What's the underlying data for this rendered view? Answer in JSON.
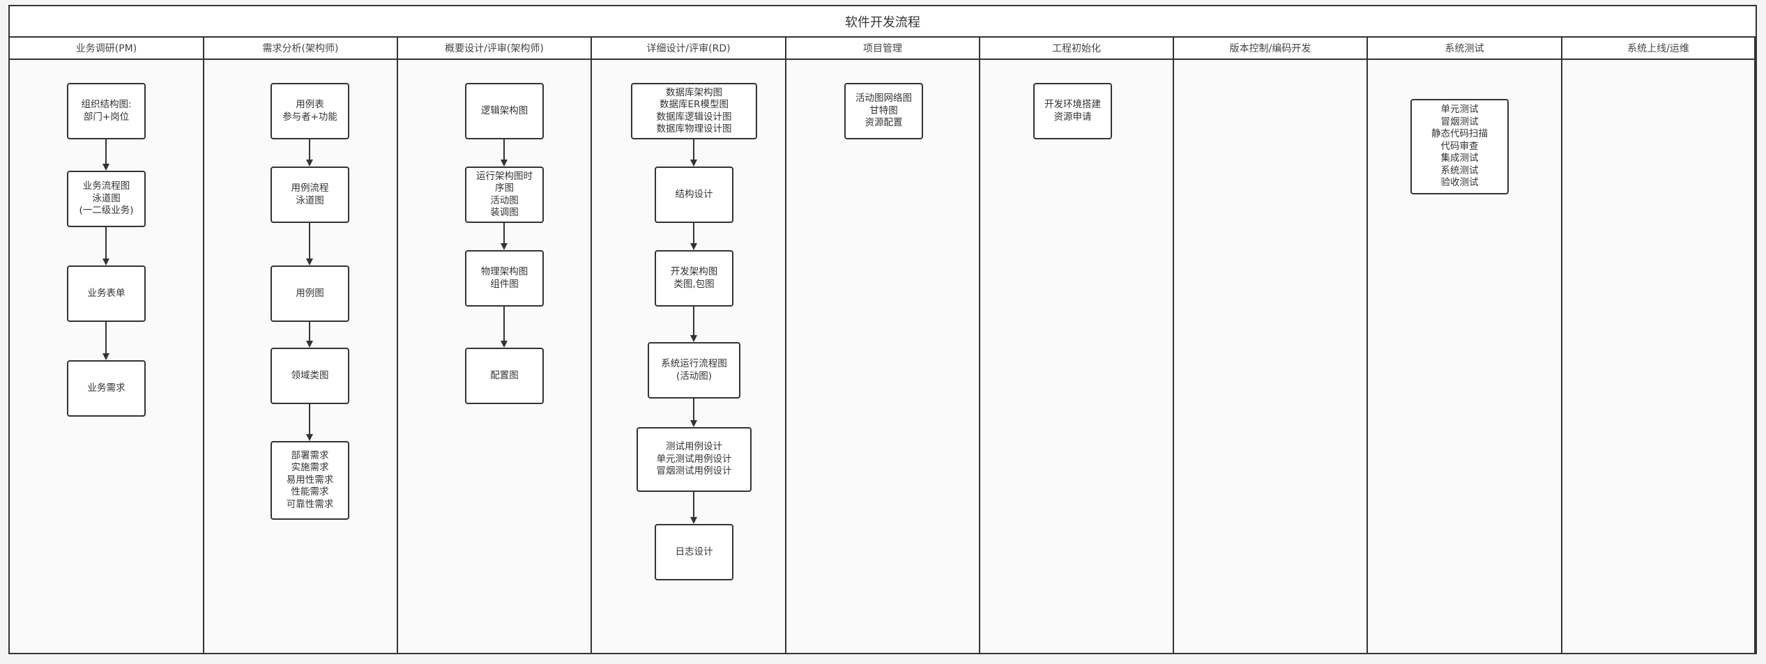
{
  "title": "软件开发流程",
  "lanes": [
    {
      "header": "业务调研(PM)",
      "nodes": [
        "组织结构图:\n部门+岗位",
        "业务流程图\n泳道图\n(一二级业务)",
        "业务表单",
        "业务需求"
      ]
    },
    {
      "header": "需求分析(架构师)",
      "nodes": [
        "用例表\n参与者+功能",
        "用例流程\n泳道图",
        "用例图",
        "领域类图",
        "部署需求\n实施需求\n易用性需求\n性能需求\n可靠性需求"
      ]
    },
    {
      "header": "概要设计/评审(架构师)",
      "nodes": [
        "逻辑架构图",
        "运行架构图时\n序图\n活动图\n装调图",
        "物理架构图\n组件图",
        "配置图"
      ]
    },
    {
      "header": "详细设计/评审(RD)",
      "nodes": [
        "数据库架构图\n数据库ER模型图\n数据库逻辑设计图\n数据库物理设计图",
        "结构设计",
        "开发架构图\n类图,包图",
        "系统运行流程图\n(活动图)",
        "测试用例设计\n单元测试用例设计\n冒烟测试用例设计",
        "日志设计"
      ]
    },
    {
      "header": "项目管理",
      "nodes": [
        "活动图网络图\n甘特图\n资源配置"
      ]
    },
    {
      "header": "工程初始化",
      "nodes": [
        "开发环境搭建\n资源申请"
      ]
    },
    {
      "header": "版本控制/编码开发",
      "nodes": []
    },
    {
      "header": "系统测试",
      "nodes": [
        "单元测试\n冒烟测试\n静态代码扫描\n代码审查\n集成测试\n系统测试\n验收测试"
      ]
    },
    {
      "header": "系统上线/运维",
      "nodes": []
    }
  ]
}
